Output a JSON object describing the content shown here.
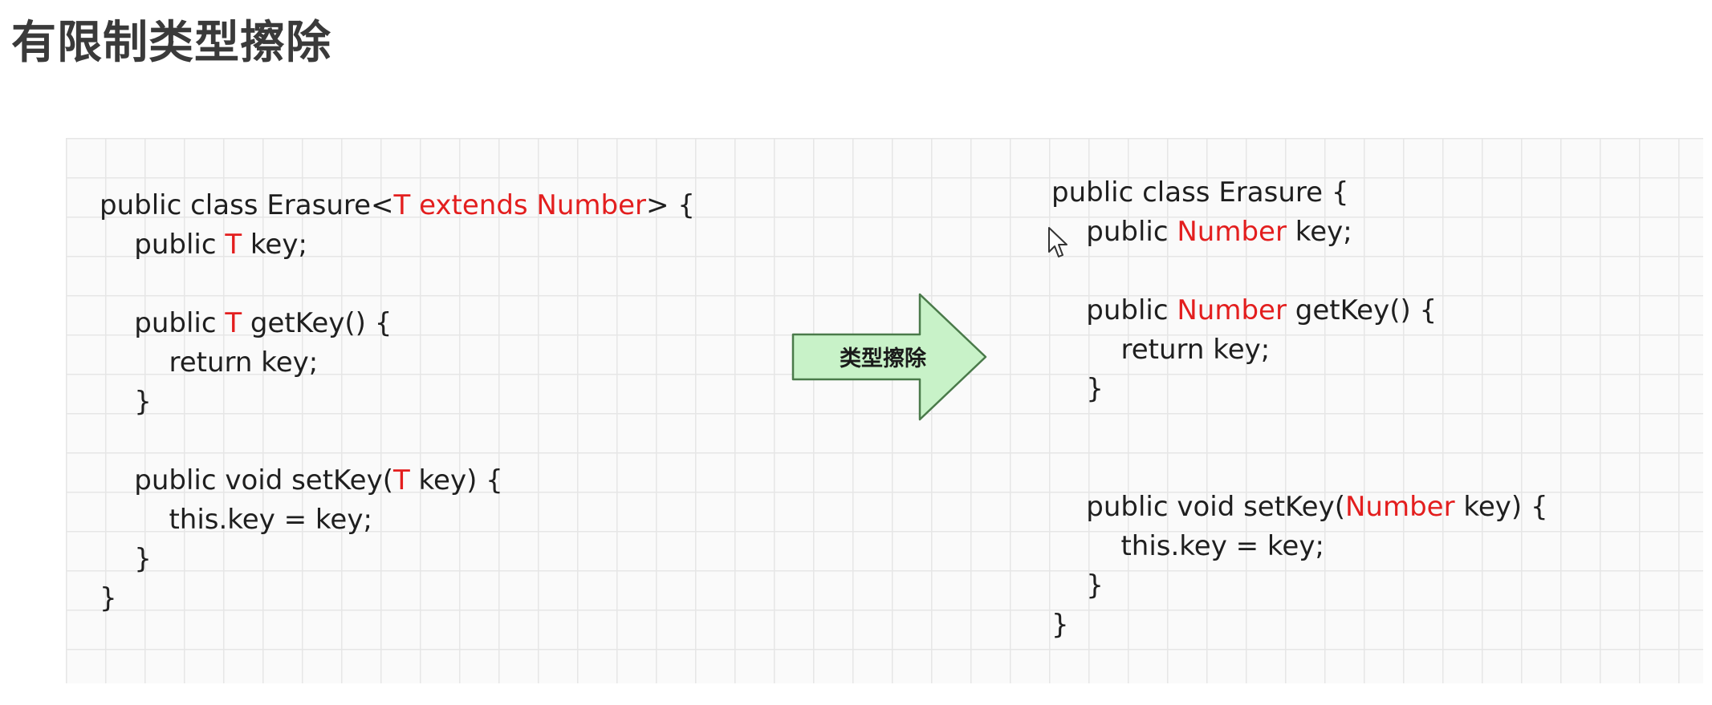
{
  "title": "有限制类型擦除",
  "arrow_label": "类型擦除",
  "colors": {
    "highlight": "#e31e1e",
    "arrow_fill": "#c8f2c8",
    "arrow_stroke": "#4a7a4a",
    "text": "#1f1f1f"
  },
  "code_before": [
    [
      {
        "t": "public class Erasure<"
      },
      {
        "t": "T extends Number",
        "hl": true
      },
      {
        "t": "> {"
      }
    ],
    [
      {
        "t": "    public "
      },
      {
        "t": "T",
        "hl": true
      },
      {
        "t": " key;"
      }
    ],
    [
      {
        "t": ""
      }
    ],
    [
      {
        "t": "    public "
      },
      {
        "t": "T",
        "hl": true
      },
      {
        "t": " getKey() {"
      }
    ],
    [
      {
        "t": "        return key;"
      }
    ],
    [
      {
        "t": "    }"
      }
    ],
    [
      {
        "t": ""
      }
    ],
    [
      {
        "t": "    public void setKey("
      },
      {
        "t": "T",
        "hl": true
      },
      {
        "t": " key) {"
      }
    ],
    [
      {
        "t": "        this.key = key;"
      }
    ],
    [
      {
        "t": "    }"
      }
    ],
    [
      {
        "t": "}"
      }
    ]
  ],
  "code_after": [
    [
      {
        "t": "public class Erasure {"
      }
    ],
    [
      {
        "t": "    public "
      },
      {
        "t": "Number",
        "hl": true
      },
      {
        "t": " key;"
      }
    ],
    [
      {
        "t": ""
      }
    ],
    [
      {
        "t": "    public "
      },
      {
        "t": "Number",
        "hl": true
      },
      {
        "t": " getKey() {"
      }
    ],
    [
      {
        "t": "        return key;"
      }
    ],
    [
      {
        "t": "    }"
      }
    ],
    [
      {
        "t": ""
      }
    ],
    [
      {
        "t": ""
      }
    ],
    [
      {
        "t": "    public void setKey("
      },
      {
        "t": "Number",
        "hl": true
      },
      {
        "t": " key) {"
      }
    ],
    [
      {
        "t": "        this.key = key;"
      }
    ],
    [
      {
        "t": "    }"
      }
    ],
    [
      {
        "t": "}"
      }
    ]
  ]
}
